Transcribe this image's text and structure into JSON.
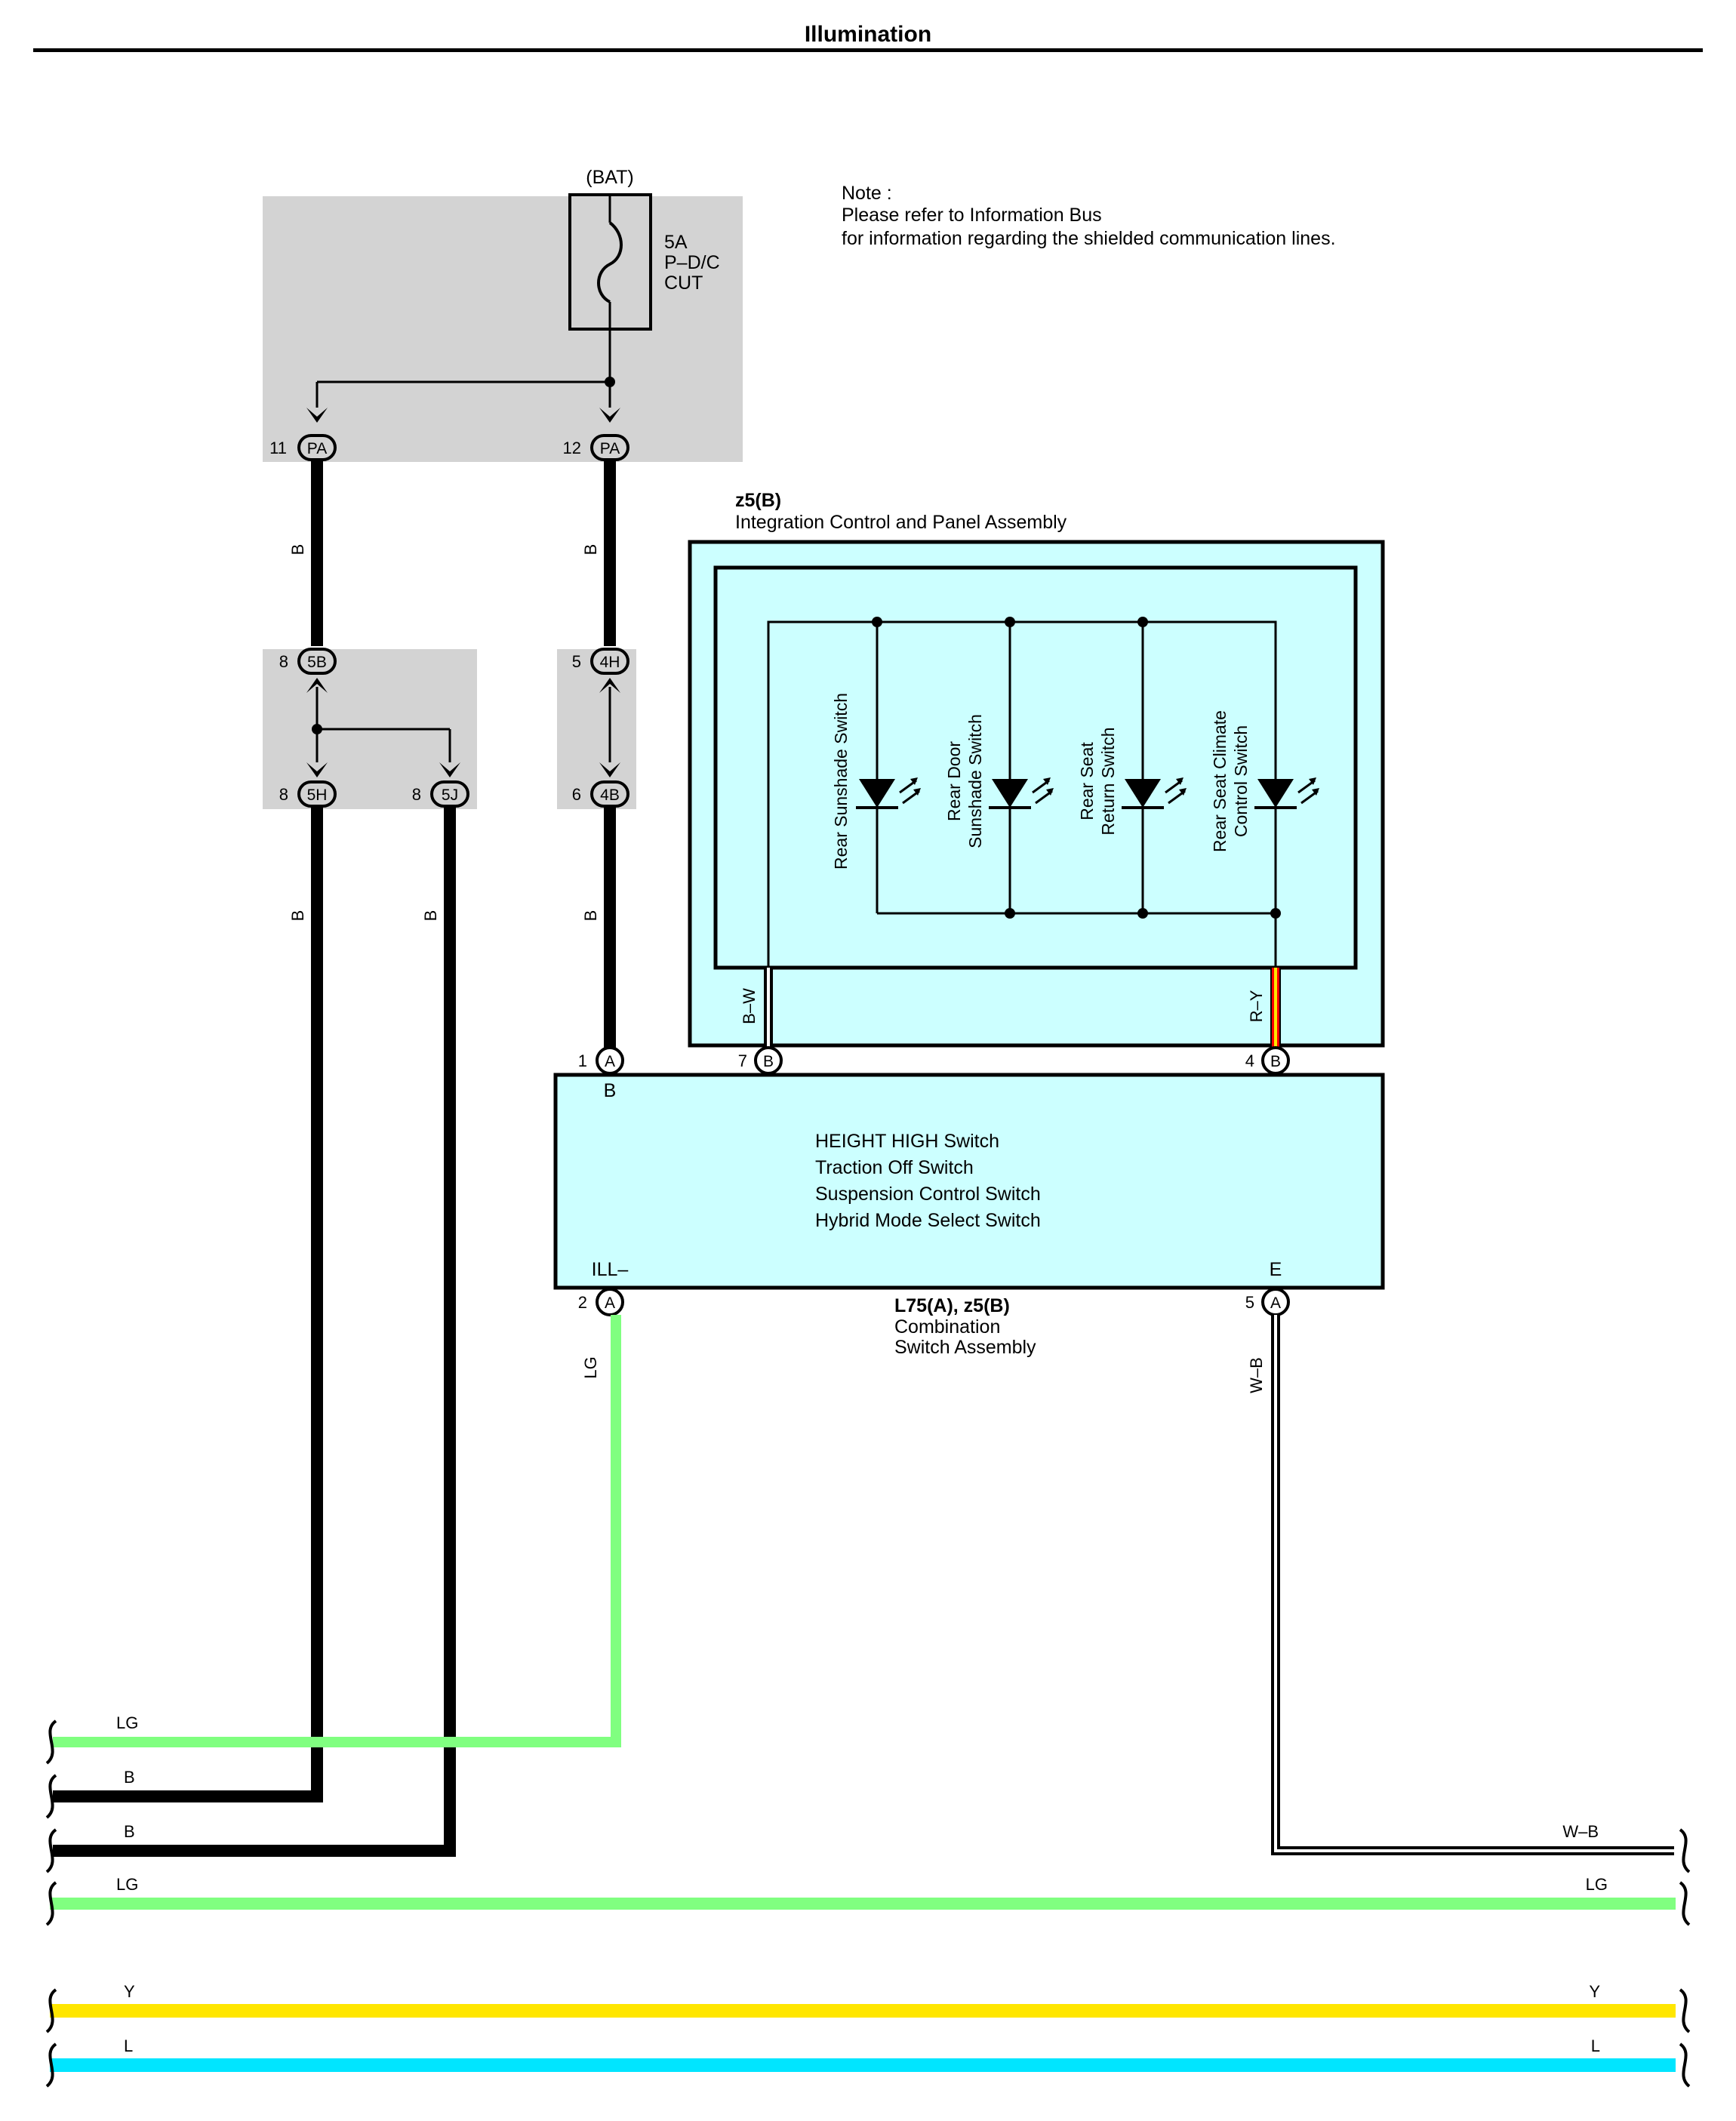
{
  "title": "Illumination",
  "note": {
    "line1": "Note :",
    "line2": "Please refer to Information Bus",
    "line3": "for information regarding the shielded communication lines."
  },
  "fuse": {
    "source": "(BAT)",
    "rating": "5A",
    "name_line1": "P–D/C",
    "name_line2": "CUT"
  },
  "connectors": {
    "pa_left": {
      "pin": "11",
      "id": "PA"
    },
    "pa_right": {
      "pin": "12",
      "id": "PA"
    },
    "c5b": {
      "pin": "8",
      "id": "5B"
    },
    "c4h": {
      "pin": "5",
      "id": "4H"
    },
    "c5h": {
      "pin": "8",
      "id": "5H"
    },
    "c5j": {
      "pin": "8",
      "id": "5J"
    },
    "c4b": {
      "pin": "6",
      "id": "4B"
    },
    "a1": {
      "pin": "1",
      "id": "A"
    },
    "b7": {
      "pin": "7",
      "id": "B"
    },
    "b4": {
      "pin": "4",
      "id": "B"
    },
    "a2": {
      "pin": "2",
      "id": "A"
    },
    "a5": {
      "pin": "5",
      "id": "A"
    }
  },
  "wire_colors": {
    "b": "B",
    "bw": "B–W",
    "ry": "R–Y",
    "lg": "LG",
    "wb": "W–B",
    "y": "Y",
    "l": "L"
  },
  "integration_panel": {
    "code": "z5(B)",
    "name": "Integration Control and Panel Assembly",
    "switches": [
      {
        "line1": "Rear Sunshade Switch",
        "line2": ""
      },
      {
        "line1": "Rear Door",
        "line2": "Sunshade Switch"
      },
      {
        "line1": "Rear Seat",
        "line2": "Return Switch"
      },
      {
        "line1": "Rear Seat Climate",
        "line2": "Control Switch"
      }
    ]
  },
  "combination_switch": {
    "code": "L75(A), z5(B)",
    "name_line1": "Combination",
    "name_line2": "Switch Assembly",
    "top_terminal": "B",
    "bottom_left_terminal": "ILL–",
    "bottom_right_terminal": "E",
    "functions": [
      "HEIGHT HIGH Switch",
      "Traction Off Switch",
      "Suspension Control Switch",
      "Hybrid Mode Select Switch"
    ]
  },
  "colors": {
    "black": "#000000",
    "light_green": "#80ff80",
    "yellow": "#ffe600",
    "light_blue": "#00e5ff",
    "red": "#ff0000",
    "box_gray": "#d3d3d3",
    "panel_cyan": "#ccffff"
  }
}
